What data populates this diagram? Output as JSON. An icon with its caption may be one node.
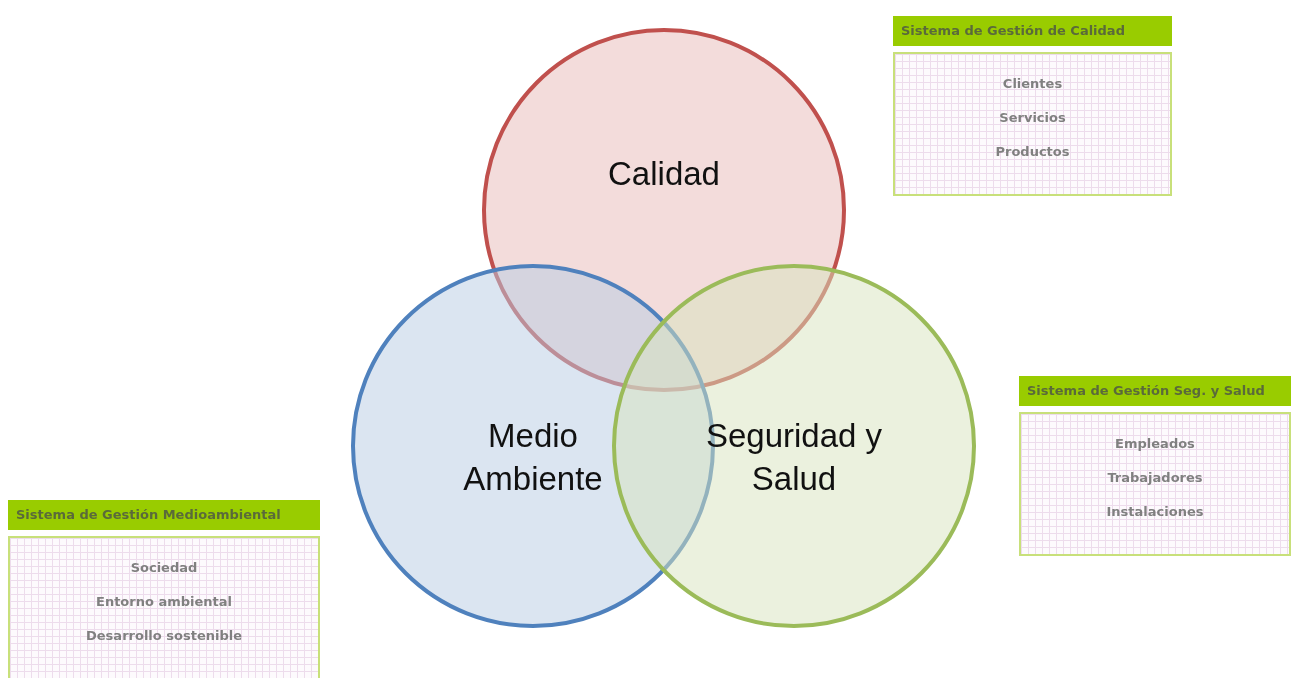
{
  "diagram": {
    "nodes": [
      {
        "text": [
          "Calidad"
        ]
      },
      {
        "text": [
          "Sistema de Gestión de Calidad",
          "Clientes",
          "Servicios",
          "Productos"
        ]
      },
      {
        "text": [
          "Medio Ambiente"
        ]
      },
      {
        "text": [
          "Seguridad y Salud"
        ]
      },
      {
        "text": [
          "Sistema de Gestión Seg. y Salud",
          "Empleados",
          "Trabajadores",
          "Instalaciones"
        ]
      },
      {
        "text": [
          "Sistema de Gestión Medioambiental",
          "Sociedad",
          "Entorno ambiental",
          "Desarrollo sostenible"
        ]
      }
    ],
    "edges": []
  }
}
